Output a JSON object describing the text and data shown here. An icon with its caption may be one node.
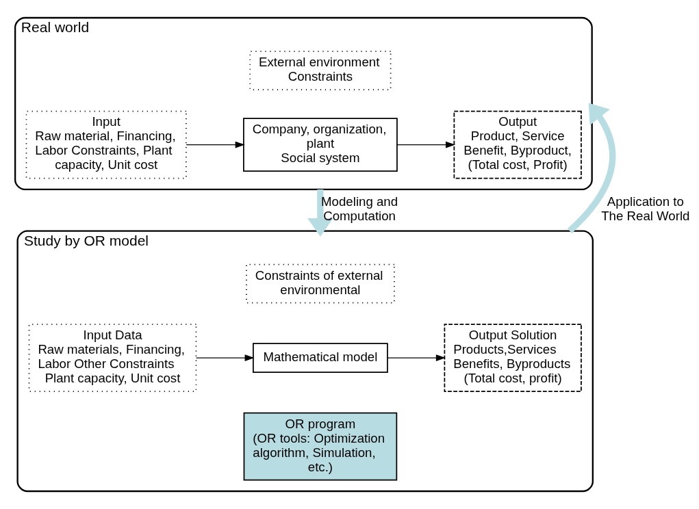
{
  "diagram": {
    "nodes": [
      {
        "text": [
          "Real world"
        ]
      },
      {
        "text": [
          "Input",
          "Raw material, Financing, Labor Constraints, Plant capacity, Unit cost"
        ],
        "in": 0
      },
      {
        "text": [
          "External environment Constraints"
        ],
        "in": 0
      },
      {
        "text": [
          "Company, organization, plant",
          "Social system"
        ],
        "in": 0
      },
      {
        "text": [
          "Output",
          "Product, Service",
          "Benefit, Byproduct,",
          "(Total cost, Profit)"
        ],
        "in": 0
      },
      {
        "text": [
          "Study by OR model"
        ]
      },
      {
        "text": [
          "Input Data",
          "Raw materials, Financing, Labor Other Constraints Plant capacity, Unit cost"
        ],
        "in": 5
      },
      {
        "text": [
          "Constraints of external environmental"
        ],
        "in": 5
      },
      {
        "text": [
          "Mathematical model"
        ],
        "in": 5
      },
      {
        "text": [
          "OR program",
          "(OR tools: Optimization algorithm, Simulation, etc.)"
        ],
        "in": 5
      },
      {
        "text": [
          "Output Solution",
          "Products,Services Benefits, Byproducts (Total cost, profit)"
        ],
        "in": 5
      }
    ],
    "edges": [
      {
        "from": 1,
        "to": 3,
        "arrow": "to"
      },
      {
        "from": 3,
        "to": 4,
        "arrow": "to"
      },
      {
        "from": 0,
        "to": 5,
        "arrow": "to",
        "label": "Modeling and Computation",
        "style": "thick",
        "color": "#b7dde3"
      },
      {
        "from": 5,
        "to": 0,
        "arrow": "to",
        "label": "Application to The Real World",
        "style": "thick",
        "color": "#b7dde3"
      },
      {
        "from": 6,
        "to": 8,
        "arrow": "to"
      },
      {
        "from": 8,
        "to": 10,
        "arrow": "to"
      }
    ]
  }
}
